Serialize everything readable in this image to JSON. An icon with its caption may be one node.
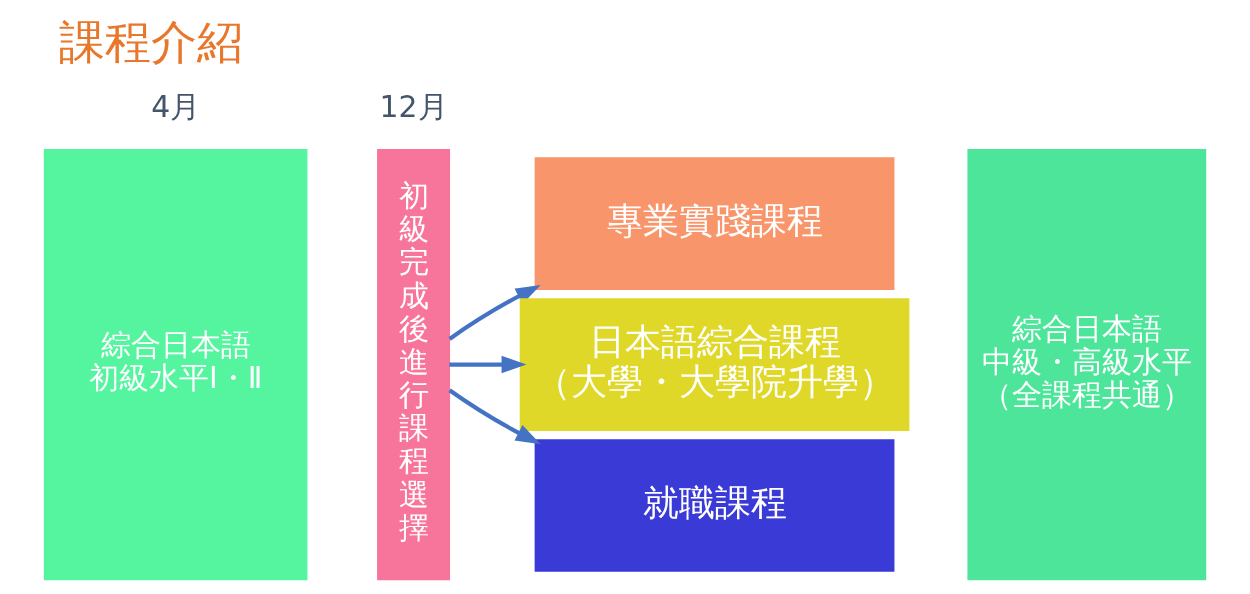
{
  "diagram": {
    "title": "課程介紹",
    "nodes": [
      {
        "text": [
          "綜合日本語",
          "初級水平Ⅰ・Ⅱ"
        ]
      },
      {
        "text": [
          "初級完成後進行課程選擇"
        ]
      },
      {
        "text": [
          "專業實踐課程"
        ]
      },
      {
        "text": [
          "日本語綜合課程",
          "（大學・大學院升學）"
        ]
      },
      {
        "text": [
          "就職課程"
        ]
      },
      {
        "text": [
          "綜合日本語",
          "中級・高級水平",
          "（全課程共通）"
        ]
      }
    ],
    "edges": [
      {
        "from": 1,
        "to": 2,
        "arrow": "to"
      },
      {
        "from": 1,
        "to": 3,
        "arrow": "to"
      },
      {
        "from": 1,
        "to": 4,
        "arrow": "to"
      }
    ],
    "labels": [
      "4月",
      "12月"
    ]
  }
}
